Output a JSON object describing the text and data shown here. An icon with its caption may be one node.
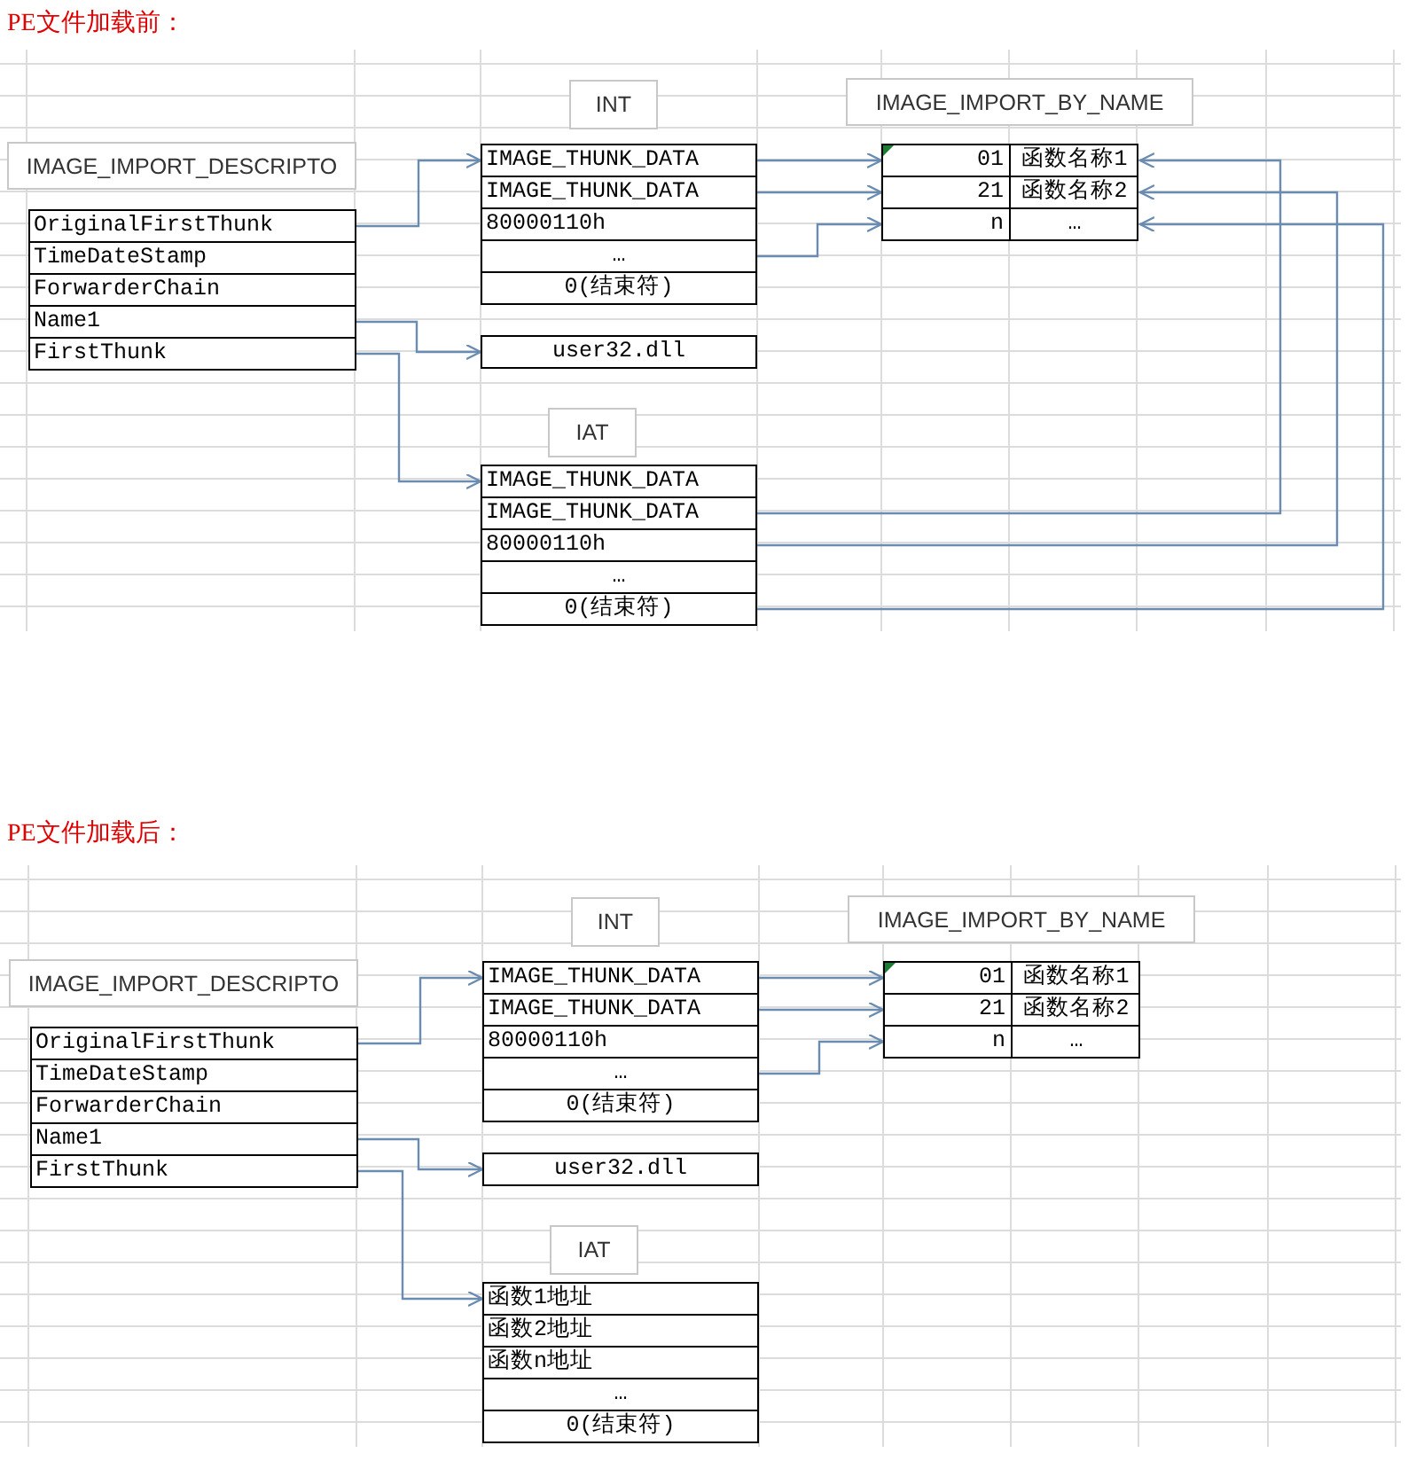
{
  "diagram": {
    "nodes": [
      {
        "text": [
          "IMAGE_IMPORT_DESCRIPTO"
        ]
      },
      {
        "text": [
          "OriginalFirstThunk"
        ]
      },
      {
        "text": [
          "TimeDateStamp"
        ]
      },
      {
        "text": [
          "ForwarderChain"
        ]
      },
      {
        "text": [
          "Name1"
        ]
      },
      {
        "text": [
          "FirstThunk"
        ]
      },
      {
        "text": [
          "INT"
        ]
      },
      {
        "text": [
          "IMAGE_THUNK_DATA"
        ]
      },
      {
        "text": [
          "IMAGE_THUNK_DATA"
        ]
      },
      {
        "text": [
          "80000110h"
        ]
      },
      {
        "text": [
          "…"
        ]
      },
      {
        "text": [
          "0(结束符)"
        ]
      },
      {
        "text": [
          "user32.dll"
        ]
      },
      {
        "text": [
          "IMAGE_IMPORT_BY_NAME"
        ]
      },
      {
        "text": [
          "01",
          "函数名称1"
        ]
      },
      {
        "text": [
          "21",
          "函数名称2"
        ]
      },
      {
        "text": [
          "n",
          "…"
        ]
      },
      {
        "text": [
          "IAT"
        ]
      },
      {
        "text": [
          "IMAGE_THUNK_DATA"
        ]
      },
      {
        "text": [
          "IMAGE_THUNK_DATA"
        ]
      },
      {
        "text": [
          "80000110h"
        ]
      },
      {
        "text": [
          "…"
        ]
      },
      {
        "text": [
          "0(结束符)"
        ]
      },
      {
        "text": [
          "IMAGE_IMPORT_DESCRIPTO"
        ]
      },
      {
        "text": [
          "OriginalFirstThunk"
        ]
      },
      {
        "text": [
          "TimeDateStamp"
        ]
      },
      {
        "text": [
          "ForwarderChain"
        ]
      },
      {
        "text": [
          "Name1"
        ]
      },
      {
        "text": [
          "FirstThunk"
        ]
      },
      {
        "text": [
          "INT"
        ]
      },
      {
        "text": [
          "IMAGE_THUNK_DATA"
        ]
      },
      {
        "text": [
          "IMAGE_THUNK_DATA"
        ]
      },
      {
        "text": [
          "80000110h"
        ]
      },
      {
        "text": [
          "…"
        ]
      },
      {
        "text": [
          "0(结束符)"
        ]
      },
      {
        "text": [
          "user32.dll"
        ]
      },
      {
        "text": [
          "IMAGE_IMPORT_BY_NAME"
        ]
      },
      {
        "text": [
          "01",
          "函数名称1"
        ]
      },
      {
        "text": [
          "21",
          "函数名称2"
        ]
      },
      {
        "text": [
          "n",
          "…"
        ]
      },
      {
        "text": [
          "IAT"
        ]
      },
      {
        "text": [
          "函数1地址"
        ]
      },
      {
        "text": [
          "函数2地址"
        ]
      },
      {
        "text": [
          "函数n地址"
        ]
      },
      {
        "text": [
          "…"
        ]
      },
      {
        "text": [
          "0(结束符)"
        ]
      }
    ],
    "edges": [
      {
        "from": 1,
        "to": 7,
        "arrow": "to"
      },
      {
        "from": 4,
        "to": 12,
        "arrow": "to"
      },
      {
        "from": 5,
        "to": 18,
        "arrow": "to"
      },
      {
        "from": 7,
        "to": 14,
        "arrow": "to"
      },
      {
        "from": 8,
        "to": 15,
        "arrow": "to"
      },
      {
        "from": 10,
        "to": 16,
        "arrow": "to"
      },
      {
        "from": 19,
        "to": 14,
        "arrow": "to"
      },
      {
        "from": 20,
        "to": 15,
        "arrow": "to"
      },
      {
        "from": 22,
        "to": 16,
        "arrow": "to"
      },
      {
        "from": 24,
        "to": 30,
        "arrow": "to"
      },
      {
        "from": 27,
        "to": 35,
        "arrow": "to"
      },
      {
        "from": 28,
        "to": 41,
        "arrow": "to"
      },
      {
        "from": 30,
        "to": 37,
        "arrow": "to"
      },
      {
        "from": 31,
        "to": 38,
        "arrow": "to"
      },
      {
        "from": 33,
        "to": 39,
        "arrow": "to"
      }
    ],
    "labels": [
      "PE文件加载前：",
      "PE文件加载后："
    ]
  }
}
